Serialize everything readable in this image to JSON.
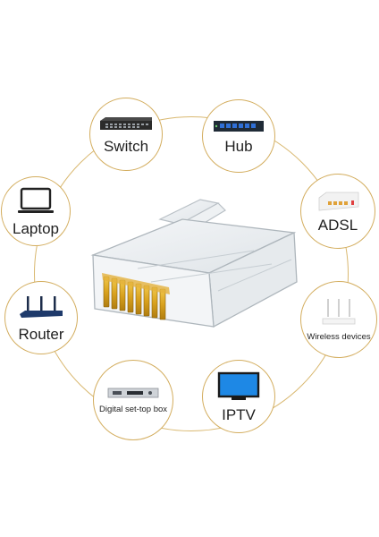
{
  "devices": {
    "switch": {
      "label": "Switch",
      "icon": "network-switch-icon"
    },
    "hub": {
      "label": "Hub",
      "icon": "network-hub-icon"
    },
    "laptop": {
      "label": "Laptop",
      "icon": "laptop-icon"
    },
    "adsl": {
      "label": "ADSL",
      "icon": "adsl-modem-icon"
    },
    "router": {
      "label": "Router",
      "icon": "router-icon"
    },
    "wireless": {
      "label": "Wireless devices",
      "icon": "wireless-access-point-icon"
    },
    "settop": {
      "label": "Digital set-top box",
      "icon": "set-top-box-icon"
    },
    "iptv": {
      "label": "IPTV",
      "icon": "tv-icon"
    }
  },
  "center": {
    "icon": "rj45-connector-icon"
  },
  "colors": {
    "ring": "#d9b870",
    "gold_contacts": "#d9a21e",
    "tv_screen": "#1e88e5",
    "hub_port": "#2f6fd6"
  }
}
